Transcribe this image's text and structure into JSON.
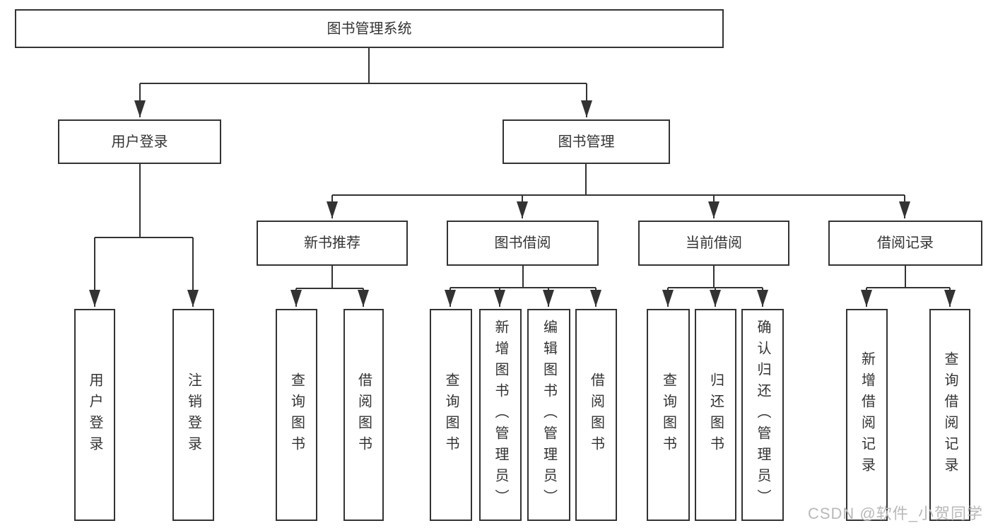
{
  "diagram": {
    "title": "图书管理系统",
    "watermark": "CSDN @软件_小贺同学",
    "nodes": {
      "root": "图书管理系统",
      "user_login": "用户登录",
      "book_mgmt": "图书管理",
      "new_books": "新书推荐",
      "book_borrow": "图书借阅",
      "current_borrow": "当前借阅",
      "borrow_records": "借阅记录",
      "leaf_user_login": "用户登录",
      "leaf_logout": "注销登录",
      "leaf_nb_query": "查询图书",
      "leaf_nb_borrow": "借阅图书",
      "leaf_bb_query": "查询图书",
      "leaf_bb_add": "新增图书（管理员）",
      "leaf_bb_edit": "编辑图书（管理员）",
      "leaf_bb_borrow": "借阅图书",
      "leaf_cb_query": "查询图书",
      "leaf_cb_return": "归还图书",
      "leaf_cb_confirm": "确认归还（管理员）",
      "leaf_br_add": "新增借阅记录",
      "leaf_br_query": "查询借阅记录"
    },
    "colors": {
      "line": "#333333",
      "box_border": "#333333",
      "text": "#333333",
      "watermark": "#b9b9b9",
      "background": "#ffffff"
    }
  }
}
